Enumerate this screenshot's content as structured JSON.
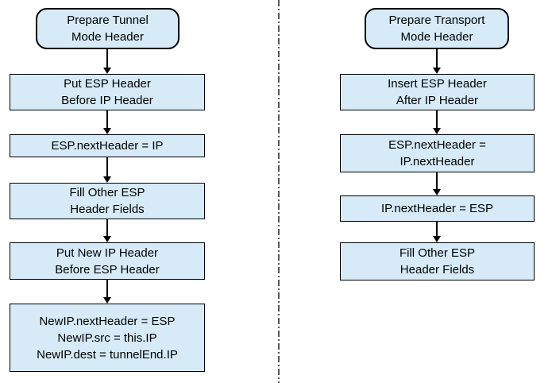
{
  "diagram": {
    "title": "ESP header preparation flowcharts",
    "colors": {
      "node_fill": "#d6ebf7",
      "node_border": "#000000",
      "arrow": "#000000",
      "divider": "#595959",
      "background": "#ffffff"
    },
    "left_flow": {
      "name": "tunnel-mode",
      "nodes": [
        {
          "type": "terminator",
          "text": "Prepare Tunnel\nMode Header"
        },
        {
          "type": "process",
          "text": "Put ESP Header\nBefore IP Header"
        },
        {
          "type": "process",
          "text": "ESP.nextHeader = IP"
        },
        {
          "type": "process",
          "text": "Fill Other ESP\nHeader Fields"
        },
        {
          "type": "process",
          "text": "Put New IP Header\nBefore ESP Header"
        },
        {
          "type": "process",
          "text": "NewIP.nextHeader = ESP\nNewIP.src = this.IP\nNewIP.dest = tunnelEnd.IP"
        }
      ]
    },
    "right_flow": {
      "name": "transport-mode",
      "nodes": [
        {
          "type": "terminator",
          "text": "Prepare Transport\nMode Header"
        },
        {
          "type": "process",
          "text": "Insert ESP Header\nAfter IP Header"
        },
        {
          "type": "process",
          "text": "ESP.nextHeader =\nIP.nextHeader"
        },
        {
          "type": "process",
          "text": "IP.nextHeader = ESP"
        },
        {
          "type": "process",
          "text": "Fill Other ESP\nHeader Fields"
        }
      ]
    }
  }
}
